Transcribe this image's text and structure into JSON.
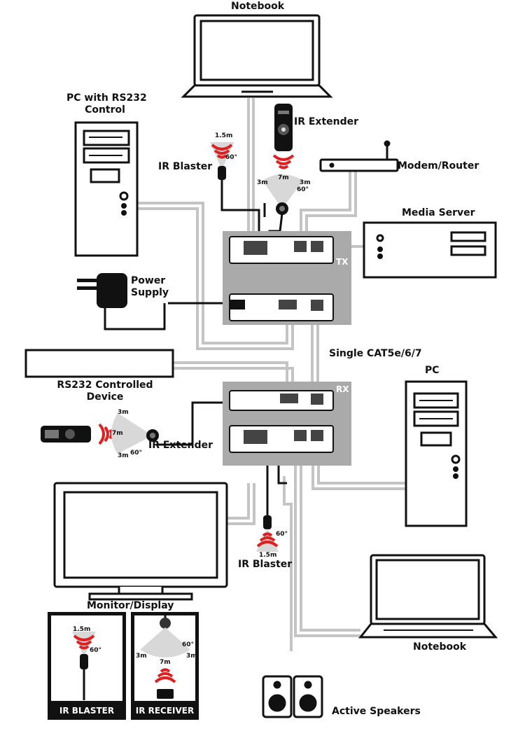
{
  "labels": {
    "notebook_top": "Notebook",
    "pc_rs232_line1": "PC with RS232",
    "pc_rs232_line2": "Control",
    "ir_extender_top": "IR Extender",
    "ir_blaster_top": "IR Blaster",
    "modem_router": "Modem/Router",
    "media_server": "Media Server",
    "power_line1": "Power",
    "power_line2": "Supply",
    "tx": "TX",
    "rx": "RX",
    "cat_cable": "Single CAT5e/6/7",
    "rs232_device_line1": "RS232 Controlled",
    "rs232_device_line2": "Device",
    "pc_right": "PC",
    "ir_extender_rx": "IR Extender",
    "ir_blaster_rx": "IR Blaster",
    "monitor": "Monitor/Display",
    "notebook_bottom": "Notebook",
    "active_speakers": "Active Speakers",
    "ir_blaster_caption": "IR BLASTER",
    "ir_receiver_caption": "IR RECEIVER"
  },
  "angles": {
    "blaster_range": "1.5m",
    "blaster_angle": "60°",
    "receiver_front": "7m",
    "receiver_side": "3m",
    "receiver_angle": "60°"
  },
  "colors": {
    "device_panel": "#aaaaaa",
    "ir_red": "#e02020",
    "cable": "#bfbfbf",
    "dark": "#111111"
  }
}
